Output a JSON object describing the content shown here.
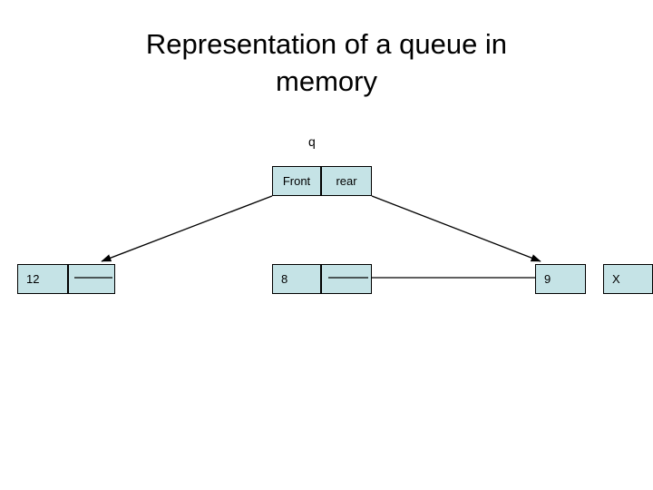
{
  "slide": {
    "title": "Representation of a queue in\nmemory",
    "background": "#ffffff",
    "cell_fill": "#c5e3e6",
    "line_color": "#000000"
  },
  "pointer_box": {
    "name_label": "q",
    "front_label": "Front",
    "rear_label": "rear"
  },
  "memory_cells": [
    {
      "value": "12"
    },
    {
      "value": ""
    },
    {
      "value": "8"
    },
    {
      "value": ""
    },
    {
      "value": "9"
    },
    {
      "value": "X"
    }
  ],
  "connectors": [
    {
      "from": "front-cell",
      "to": "memory-cell-12"
    },
    {
      "from": "rear-cell",
      "to": "memory-cell-9"
    }
  ]
}
